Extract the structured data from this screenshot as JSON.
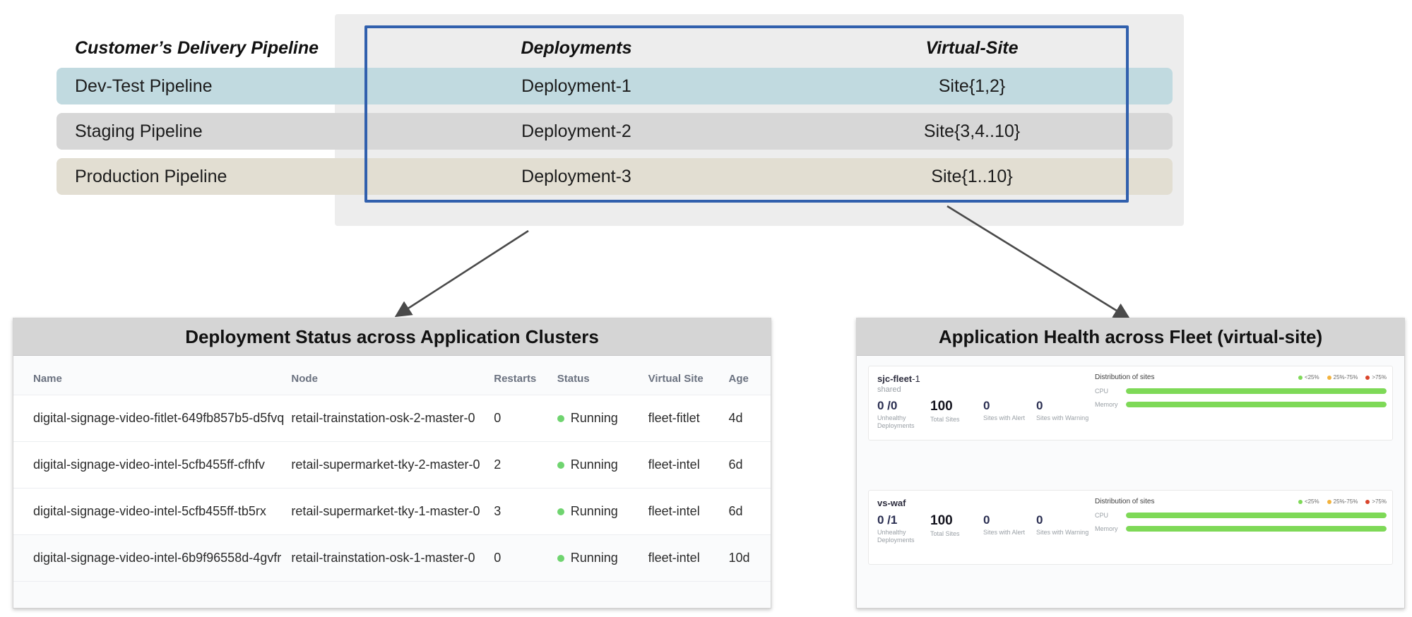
{
  "pipeline": {
    "headers": [
      "Customer’s Delivery Pipeline",
      "Deployments",
      "Virtual-Site"
    ],
    "rows": [
      {
        "pipeline": "Dev-Test Pipeline",
        "deployment": "Deployment-1",
        "virtual_site": "Site{1,2}",
        "color": "#c1dae0"
      },
      {
        "pipeline": "Staging Pipeline",
        "deployment": "Deployment-2",
        "virtual_site": "Site{3,4..10}",
        "color": "#d7d7d7"
      },
      {
        "pipeline": "Production Pipeline",
        "deployment": "Deployment-3",
        "virtual_site": "Site{1..10}",
        "color": "#e2ded2"
      }
    ],
    "highlight_border_color": "#3160ad",
    "backdrop_color": "#ededed"
  },
  "left_panel": {
    "title": "Deployment Status across Application Clusters",
    "columns": [
      "Name",
      "Node",
      "Restarts",
      "Status",
      "Virtual Site",
      "Age"
    ],
    "rows": [
      {
        "name": "digital-signage-video-fitlet-649fb857b5-d5fvq",
        "node": "retail-trainstation-osk-2-master-0",
        "restarts": "0",
        "status": "Running",
        "virtual_site": "fleet-fitlet",
        "age": "4d"
      },
      {
        "name": "digital-signage-video-intel-5cfb455ff-cfhfv",
        "node": "retail-supermarket-tky-2-master-0",
        "restarts": "2",
        "status": "Running",
        "virtual_site": "fleet-intel",
        "age": "6d"
      },
      {
        "name": "digital-signage-video-intel-5cfb455ff-tb5rx",
        "node": "retail-supermarket-tky-1-master-0",
        "restarts": "3",
        "status": "Running",
        "virtual_site": "fleet-intel",
        "age": "6d"
      },
      {
        "name": "digital-signage-video-intel-6b9f96558d-4gvfr",
        "node": "retail-trainstation-osk-1-master-0",
        "restarts": "0",
        "status": "Running",
        "virtual_site": "fleet-intel",
        "age": "10d"
      }
    ],
    "status_dot_color": "#6fd46f"
  },
  "right_panel": {
    "title": "Application Health across Fleet (virtual-site)",
    "legend": [
      {
        "label": "<25%",
        "color": "#7ed957"
      },
      {
        "label": "25%-75%",
        "color": "#f3b23c"
      },
      {
        "label": ">75%",
        "color": "#d9442b"
      }
    ],
    "distribution_title": "Distribution of sites",
    "bar_labels": [
      "CPU",
      "Memory"
    ],
    "cards": [
      {
        "name_prefix": "sjc-fleet",
        "name_suffix": "-1",
        "subtitle": "shared",
        "stats": [
          {
            "value": "0 /0",
            "label": "Unhealthy Deployments"
          },
          {
            "value": "100",
            "label": "Total Sites"
          },
          {
            "value": "0",
            "label": "Sites with Alert"
          },
          {
            "value": "0",
            "label": "Sites with Warning"
          }
        ],
        "bars": [
          {
            "label": "CPU",
            "percent": 100,
            "color": "#7ed957"
          },
          {
            "label": "Memory",
            "percent": 100,
            "color": "#7ed957"
          }
        ]
      },
      {
        "name_prefix": "vs-waf",
        "name_suffix": "",
        "subtitle": "",
        "stats": [
          {
            "value": "0 /1",
            "label": "Unhealthy Deployments"
          },
          {
            "value": "100",
            "label": "Total Sites"
          },
          {
            "value": "0",
            "label": "Sites with Alert"
          },
          {
            "value": "0",
            "label": "Sites with Warning"
          }
        ],
        "bars": [
          {
            "label": "CPU",
            "percent": 100,
            "color": "#7ed957"
          },
          {
            "label": "Memory",
            "percent": 100,
            "color": "#7ed957"
          }
        ]
      }
    ]
  }
}
